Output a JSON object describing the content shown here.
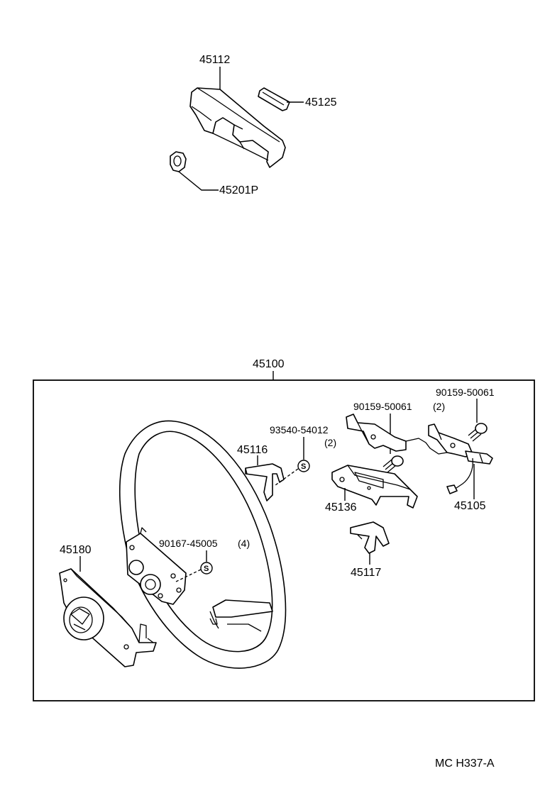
{
  "diagram": {
    "parts": {
      "p45112": "45112",
      "p45125": "45125",
      "p45201p": "45201P",
      "p45100": "45100",
      "p90159_right": "90159-50061",
      "p90159_mid": "90159-50061",
      "p90159_mid_qty": "(2)",
      "p93540": "93540-54012",
      "p93540_qty": "(2)",
      "p45116": "45116",
      "p45136": "45136",
      "p45105": "45105",
      "p45117": "45117",
      "p45180": "45180",
      "p90167": "90167-45005",
      "p90167_qty": "(4)"
    },
    "sealant_mark": "S",
    "drawing_code": "MC  H337-A"
  }
}
